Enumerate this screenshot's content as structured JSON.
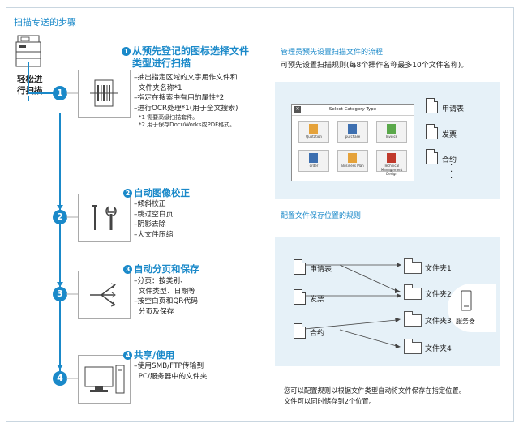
{
  "title": "扫描专送的步骤",
  "left_label": [
    "轻松进",
    "行扫描"
  ],
  "steps": [
    {
      "num": "1",
      "badge": "1",
      "heading_lines": [
        "从预先登记的图标选择文件",
        "类型进行扫描"
      ],
      "items": [
        "–抽出指定区域的文字用作文件和",
        "  文件夹名称*1",
        "–指定在搜索中有用的属性*2",
        "–进行OCR处理*1(用于全文搜索)"
      ],
      "notes": [
        "*1 需要高级扫描套件。",
        "*2 用于保存DocuWorks或PDF格式。"
      ]
    },
    {
      "num": "2",
      "badge": "2",
      "heading_lines": [
        "自动图像校正"
      ],
      "items": [
        "–倾斜校正",
        "–跳过空白页",
        "–阴影去除",
        "–大文件压缩"
      ]
    },
    {
      "num": "3",
      "badge": "3",
      "heading_lines": [
        "自动分页和保存"
      ],
      "items": [
        "–分页：按类别、",
        "  文件类型、日期等",
        "–按空白页和QR代码",
        "  分页及保存"
      ]
    },
    {
      "num": "4",
      "badge": "4",
      "heading_lines": [
        "共享/使用"
      ],
      "items": [
        "–使用SMB/FTP传输到",
        "  PC/服务器中的文件夹"
      ]
    }
  ],
  "right_top": {
    "heading": "管理员预先设置扫描文件的流程",
    "desc": "可预先设置扫描规则(每8个操作名称最多10个文件名称)。",
    "dialog_title": "Select Category Type",
    "tiles": [
      "Quotation",
      "purchase",
      "Invoice",
      "order",
      "Business Plan",
      "Technical Management Design"
    ],
    "docs": [
      "申请表",
      "发票",
      "合约"
    ],
    "ellipsis": "·\n·\n·"
  },
  "right_bottom": {
    "heading": "配置文件保存位置的规则",
    "docs": [
      "申请表",
      "发票",
      "合约"
    ],
    "folders": [
      "文件夹1",
      "文件夹2",
      "文件夹3",
      "文件夹4"
    ],
    "server": "服务器",
    "caption": [
      "您可以配置规则以根据文件类型自动将文件保存在指定位置。",
      "文件可以同时储存到2个位置。"
    ]
  },
  "colors": {
    "accent": "#1a89c9",
    "panel": "#e6f1f8"
  }
}
